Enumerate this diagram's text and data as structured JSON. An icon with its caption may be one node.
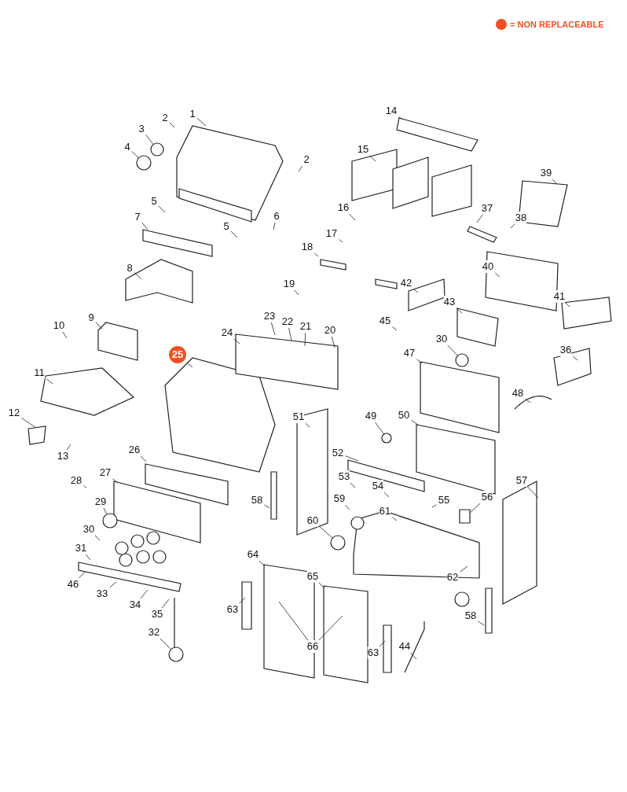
{
  "diagram": {
    "nodes": [
      {
        "text": [
          "1"
        ]
      },
      {
        "text": [
          "2"
        ]
      },
      {
        "text": [
          "3"
        ]
      },
      {
        "text": [
          "4"
        ]
      },
      {
        "text": [
          "2"
        ]
      },
      {
        "text": [
          "5"
        ]
      },
      {
        "text": [
          "5"
        ]
      },
      {
        "text": [
          "6"
        ]
      },
      {
        "text": [
          "7"
        ]
      },
      {
        "text": [
          "8"
        ]
      },
      {
        "text": [
          "9"
        ]
      },
      {
        "text": [
          "10"
        ]
      },
      {
        "text": [
          "11"
        ]
      },
      {
        "text": [
          "12"
        ]
      },
      {
        "text": [
          "13"
        ]
      },
      {
        "text": [
          "14"
        ]
      },
      {
        "text": [
          "15"
        ]
      },
      {
        "text": [
          "16"
        ]
      },
      {
        "text": [
          "17"
        ]
      },
      {
        "text": [
          "18"
        ]
      },
      {
        "text": [
          "19"
        ]
      },
      {
        "text": [
          "20"
        ]
      },
      {
        "text": [
          "21"
        ]
      },
      {
        "text": [
          "22"
        ]
      },
      {
        "text": [
          "23"
        ]
      },
      {
        "text": [
          "24"
        ]
      },
      {
        "text": [
          "25"
        ]
      },
      {
        "text": [
          "26"
        ]
      },
      {
        "text": [
          "27"
        ]
      },
      {
        "text": [
          "28"
        ]
      },
      {
        "text": [
          "29"
        ]
      },
      {
        "text": [
          "30"
        ]
      },
      {
        "text": [
          "31"
        ]
      },
      {
        "text": [
          "46"
        ]
      },
      {
        "text": [
          "33"
        ]
      },
      {
        "text": [
          "34"
        ]
      },
      {
        "text": [
          "35"
        ]
      },
      {
        "text": [
          "32"
        ]
      },
      {
        "text": [
          "36"
        ]
      },
      {
        "text": [
          "37"
        ]
      },
      {
        "text": [
          "38"
        ]
      },
      {
        "text": [
          "39"
        ]
      },
      {
        "text": [
          "40"
        ]
      },
      {
        "text": [
          "41"
        ]
      },
      {
        "text": [
          "42"
        ]
      },
      {
        "text": [
          "43"
        ]
      },
      {
        "text": [
          "45"
        ]
      },
      {
        "text": [
          "30"
        ]
      },
      {
        "text": [
          "47"
        ]
      },
      {
        "text": [
          "48"
        ]
      },
      {
        "text": [
          "49"
        ]
      },
      {
        "text": [
          "50"
        ]
      },
      {
        "text": [
          "51"
        ]
      },
      {
        "text": [
          "52"
        ]
      },
      {
        "text": [
          "53"
        ]
      },
      {
        "text": [
          "54"
        ]
      },
      {
        "text": [
          "55"
        ]
      },
      {
        "text": [
          "56"
        ]
      },
      {
        "text": [
          "57"
        ]
      },
      {
        "text": [
          "58"
        ]
      },
      {
        "text": [
          "59"
        ]
      },
      {
        "text": [
          "60"
        ]
      },
      {
        "text": [
          "61"
        ]
      },
      {
        "text": [
          "62"
        ]
      },
      {
        "text": [
          "58"
        ]
      },
      {
        "text": [
          "63"
        ]
      },
      {
        "text": [
          "64"
        ]
      },
      {
        "text": [
          "65"
        ]
      },
      {
        "text": [
          "66"
        ]
      },
      {
        "text": [
          "63"
        ]
      },
      {
        "text": [
          "44"
        ]
      },
      {
        "text": [],
        "shape": "circle"
      },
      {
        "text": [],
        "shape": "circle"
      },
      {
        "text": [],
        "shape": "box"
      },
      {
        "text": [],
        "shape": "circle"
      },
      {
        "text": [],
        "shape": "circle"
      },
      {
        "text": [],
        "shape": "circle"
      },
      {
        "text": [],
        "shape": "circle"
      },
      {
        "text": [],
        "shape": "box"
      },
      {
        "text": [],
        "shape": "circle"
      }
    ],
    "edges": [
      {
        "from": 0,
        "to": null,
        "arrow": "none"
      },
      {
        "from": 1,
        "to": null,
        "arrow": "none"
      },
      {
        "from": 2,
        "to": 71,
        "arrow": "none"
      },
      {
        "from": 3,
        "to": 72,
        "arrow": "none"
      },
      {
        "from": 4,
        "to": null,
        "arrow": "none"
      },
      {
        "from": 5,
        "to": null,
        "arrow": "none"
      },
      {
        "from": 6,
        "to": null,
        "arrow": "none"
      },
      {
        "from": 7,
        "to": null,
        "arrow": "none"
      },
      {
        "from": 8,
        "to": null,
        "arrow": "none"
      },
      {
        "from": 9,
        "to": null,
        "arrow": "none"
      },
      {
        "from": 10,
        "to": null,
        "arrow": "none"
      },
      {
        "from": 11,
        "to": null,
        "arrow": "none"
      },
      {
        "from": 12,
        "to": null,
        "arrow": "none"
      },
      {
        "from": 13,
        "to": 73,
        "arrow": "none"
      },
      {
        "from": 14,
        "to": null,
        "arrow": "none"
      },
      {
        "from": 15,
        "to": null,
        "arrow": "none"
      },
      {
        "from": 16,
        "to": null,
        "arrow": "none"
      },
      {
        "from": 17,
        "to": null,
        "arrow": "none"
      },
      {
        "from": 18,
        "to": null,
        "arrow": "none"
      },
      {
        "from": 19,
        "to": null,
        "arrow": "none"
      },
      {
        "from": 20,
        "to": null,
        "arrow": "none"
      },
      {
        "from": 21,
        "to": null,
        "arrow": "none"
      },
      {
        "from": 22,
        "to": null,
        "arrow": "none"
      },
      {
        "from": 23,
        "to": null,
        "arrow": "none"
      },
      {
        "from": 24,
        "to": null,
        "arrow": "none"
      },
      {
        "from": 25,
        "to": null,
        "arrow": "none"
      },
      {
        "from": 26,
        "to": null,
        "arrow": "none"
      },
      {
        "from": 27,
        "to": null,
        "arrow": "none"
      },
      {
        "from": 28,
        "to": null,
        "arrow": "none"
      },
      {
        "from": 29,
        "to": null,
        "arrow": "none"
      },
      {
        "from": 30,
        "to": 74,
        "arrow": "none"
      },
      {
        "from": 31,
        "to": null,
        "arrow": "none"
      },
      {
        "from": 32,
        "to": null,
        "arrow": "none"
      },
      {
        "from": 33,
        "to": null,
        "arrow": "none"
      },
      {
        "from": 34,
        "to": null,
        "arrow": "none"
      },
      {
        "from": 35,
        "to": null,
        "arrow": "none"
      },
      {
        "from": 36,
        "to": null,
        "arrow": "none"
      },
      {
        "from": 37,
        "to": 75,
        "arrow": "none"
      },
      {
        "from": 38,
        "to": null,
        "arrow": "none"
      },
      {
        "from": 39,
        "to": null,
        "arrow": "none"
      },
      {
        "from": 40,
        "to": null,
        "arrow": "none"
      },
      {
        "from": 41,
        "to": null,
        "arrow": "none"
      },
      {
        "from": 42,
        "to": null,
        "arrow": "none"
      },
      {
        "from": 43,
        "to": null,
        "arrow": "none"
      },
      {
        "from": 44,
        "to": null,
        "arrow": "none"
      },
      {
        "from": 45,
        "to": null,
        "arrow": "none"
      },
      {
        "from": 46,
        "to": null,
        "arrow": "none"
      },
      {
        "from": 47,
        "to": 76,
        "arrow": "none"
      },
      {
        "from": 48,
        "to": null,
        "arrow": "none"
      },
      {
        "from": 49,
        "to": null,
        "arrow": "none"
      },
      {
        "from": 50,
        "to": 77,
        "arrow": "none"
      },
      {
        "from": 51,
        "to": null,
        "arrow": "none"
      },
      {
        "from": 52,
        "to": null,
        "arrow": "none"
      },
      {
        "from": 53,
        "to": null,
        "arrow": "none"
      },
      {
        "from": 54,
        "to": null,
        "arrow": "none"
      },
      {
        "from": 55,
        "to": null,
        "arrow": "none"
      },
      {
        "from": 56,
        "to": null,
        "arrow": "none"
      },
      {
        "from": 57,
        "to": 78,
        "arrow": "none"
      },
      {
        "from": 58,
        "to": null,
        "arrow": "none"
      },
      {
        "from": 59,
        "to": null,
        "arrow": "none"
      },
      {
        "from": 60,
        "to": null,
        "arrow": "none"
      },
      {
        "from": 61,
        "to": 79,
        "arrow": "none"
      },
      {
        "from": 62,
        "to": null,
        "arrow": "none"
      },
      {
        "from": 63,
        "to": null,
        "arrow": "none"
      },
      {
        "from": 64,
        "to": null,
        "arrow": "none"
      },
      {
        "from": 65,
        "to": null,
        "arrow": "none"
      },
      {
        "from": 66,
        "to": null,
        "arrow": "none"
      },
      {
        "from": 67,
        "to": null,
        "arrow": "none"
      },
      {
        "from": 68,
        "to": null,
        "arrow": "none"
      },
      {
        "from": 68,
        "to": null,
        "arrow": "none"
      },
      {
        "from": 69,
        "to": null,
        "arrow": "none"
      },
      {
        "from": 70,
        "to": null,
        "arrow": "none"
      }
    ],
    "legend": [
      {
        "text": "= NON REPLACEABLE",
        "color": "#f24f22"
      }
    ]
  }
}
